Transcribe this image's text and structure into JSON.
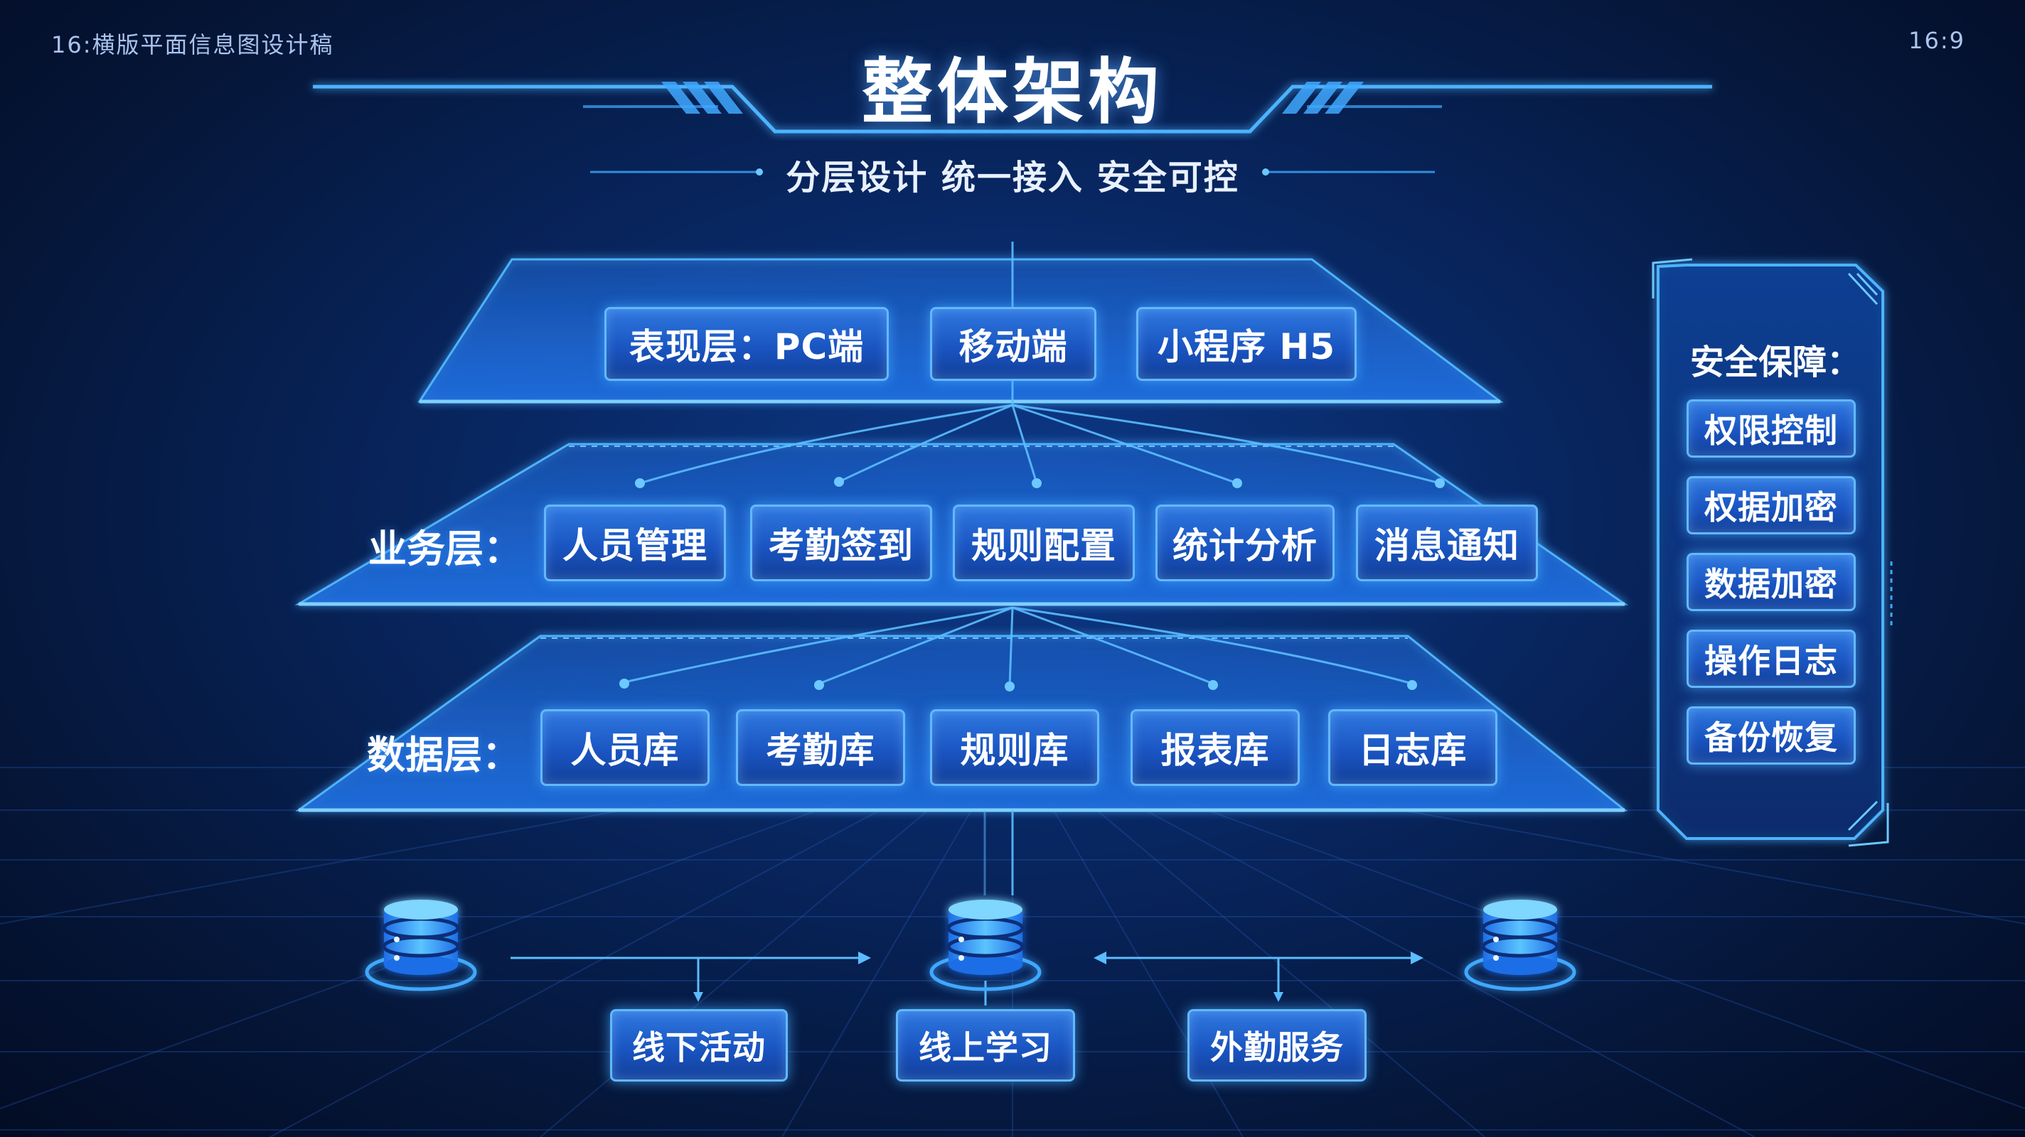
{
  "header": {
    "left_note": "16:横版平面信息图设计稿",
    "right_note": "16:9",
    "title": "整体架构",
    "subtitle": "分层设计 统一接入 安全可控"
  },
  "presentation_layer": {
    "items": [
      "表现层：PC端",
      "移动端",
      "小程序 H5"
    ]
  },
  "business_layer": {
    "label": "业务层：",
    "items": [
      "人员管理",
      "考勤签到",
      "规则配置",
      "统计分析",
      "消息通知"
    ]
  },
  "data_layer": {
    "label": "数据层：",
    "items": [
      "人员库",
      "考勤库",
      "规则库",
      "报表库",
      "日志库"
    ]
  },
  "bottom": {
    "items": [
      "线下活动",
      "线上学习",
      "外勤服务"
    ]
  },
  "security": {
    "title": "安全保障：",
    "items": [
      "权限控制",
      "权据加密",
      "数据加密",
      "操作日志",
      "备份恢复"
    ]
  },
  "colors": {
    "background": "#051433",
    "accent": "#3fa8ff",
    "box_fill": "#1e5fcf",
    "text": "#ffffff"
  }
}
